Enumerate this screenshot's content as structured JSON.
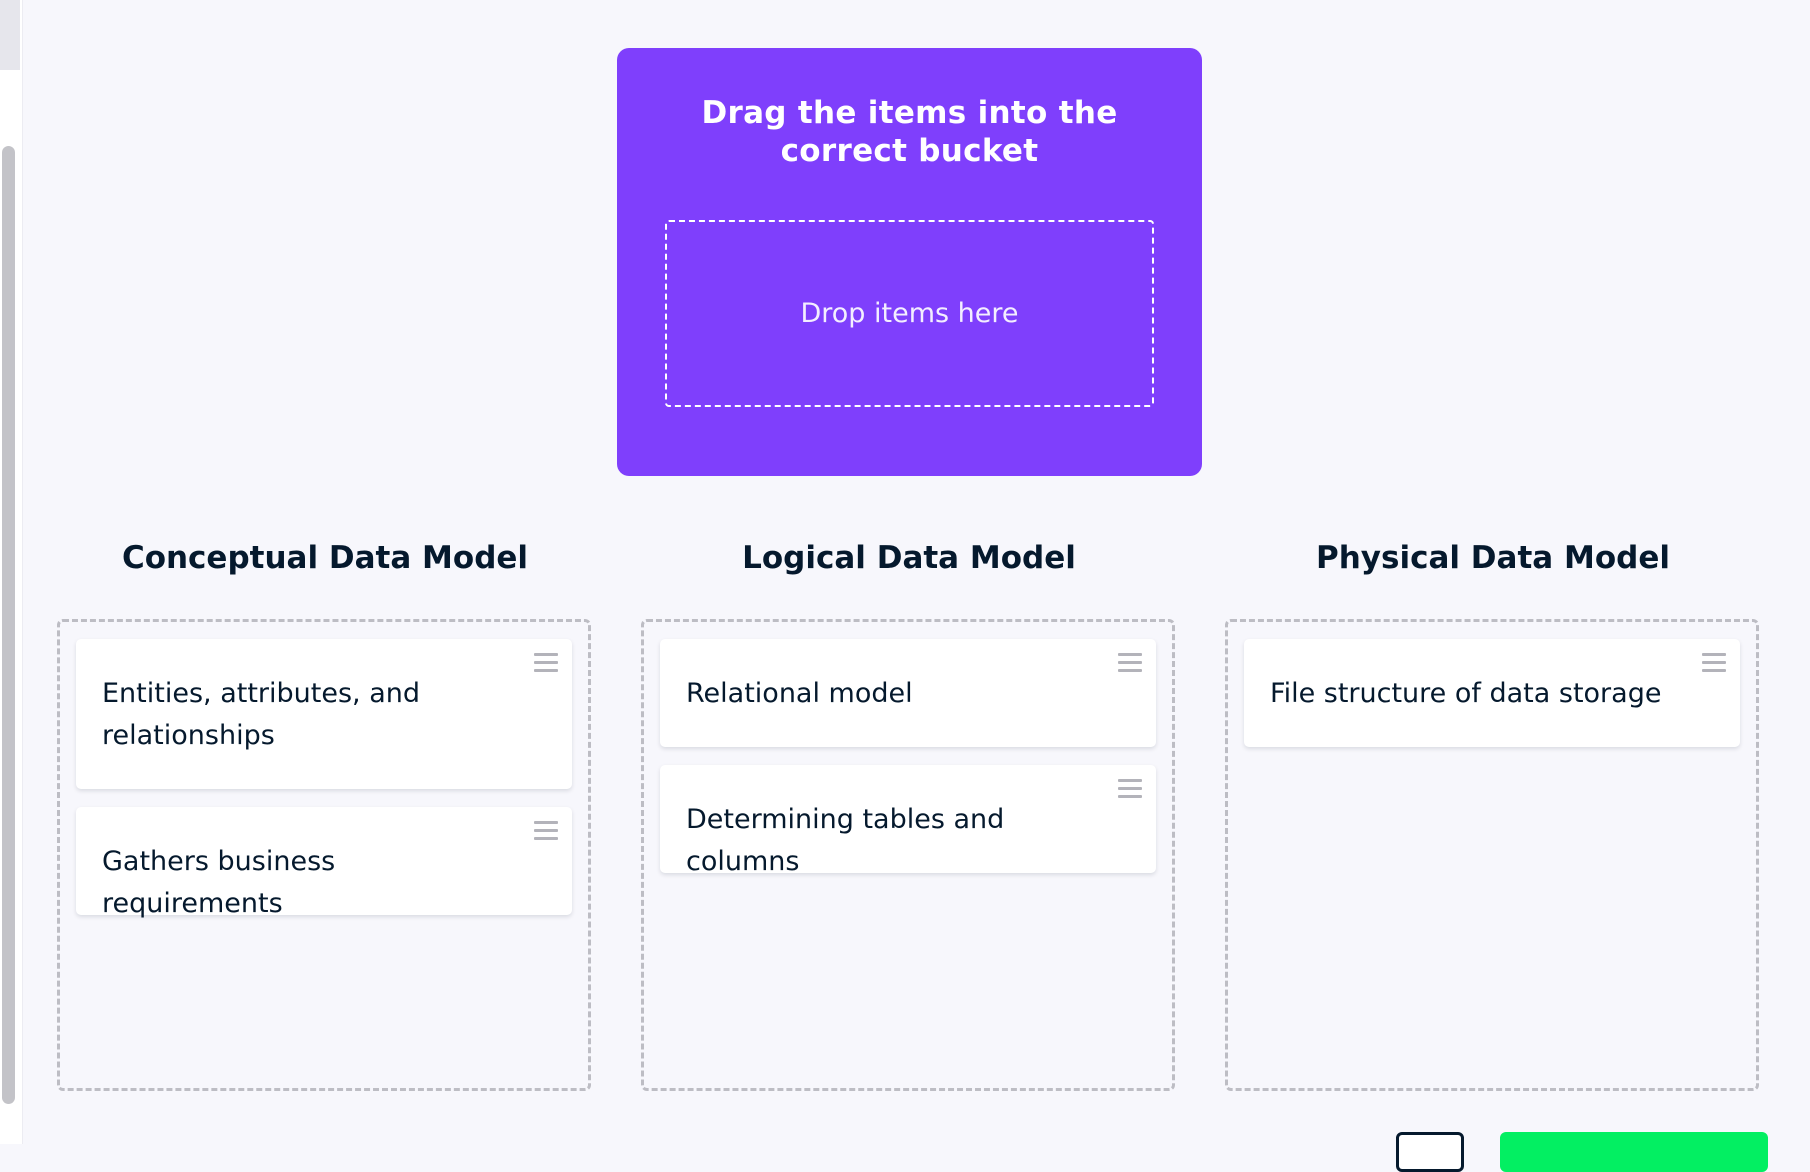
{
  "drop_area": {
    "title": "Drag the items into the correct bucket",
    "zone_text": "Drop items here",
    "color": "#7f3ffc"
  },
  "buckets": [
    {
      "title": "Conceptual Data Model",
      "items": [
        "Entities, attributes, and relationships",
        "Gathers business requirements"
      ]
    },
    {
      "title": "Logical Data Model",
      "items": [
        "Relational model",
        "Determining tables and columns"
      ]
    },
    {
      "title": "Physical Data Model",
      "items": [
        "File structure of data storage"
      ]
    }
  ],
  "icons": {
    "item_handle": "drag-handle-icon"
  },
  "colors": {
    "primary_button": "#03ef62",
    "text": "#05192d",
    "background": "#f7f7fc"
  }
}
